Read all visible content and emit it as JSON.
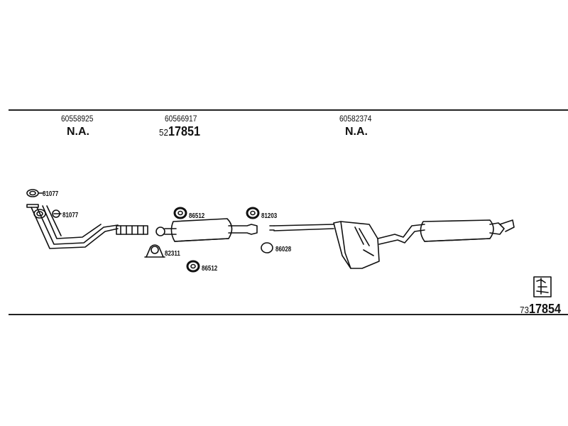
{
  "oe_numbers": {
    "col1": "60558925",
    "col2": "60566917",
    "col3": "60582374"
  },
  "references": {
    "col1": "N.A.",
    "col2_prefix": "52",
    "col2_main": "17851",
    "col3": "N.A."
  },
  "parts": {
    "gasket_top": "81077",
    "gasket_flange": "81077",
    "rubber_mount_1": "86512",
    "clamp": "82311",
    "rubber_mount_2": "86512",
    "rubber_mount_3": "81203",
    "ring_gasket": "86028"
  },
  "kit": {
    "prefix": "73",
    "main": "17854",
    "icon": "kit-box-icon"
  }
}
